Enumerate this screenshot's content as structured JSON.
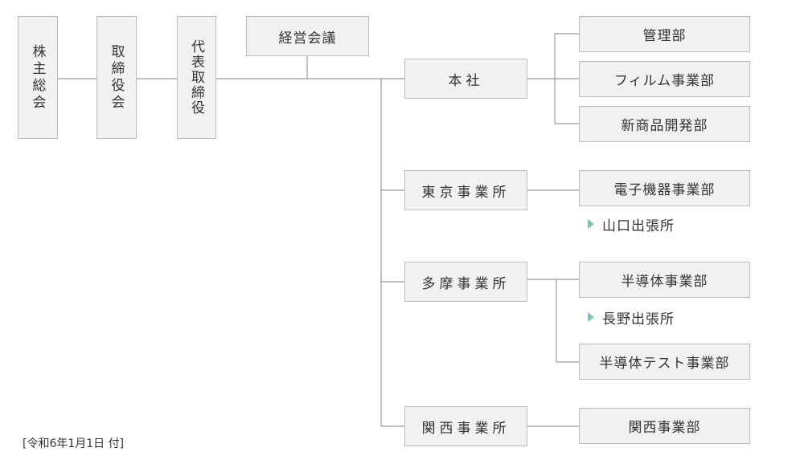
{
  "top": {
    "shareholders": "株主総会",
    "board": "取締役会",
    "representative": "代表取締役",
    "management_meeting": "経営会議"
  },
  "divisions": [
    {
      "name": "本社",
      "units": [
        "管理部",
        "フィルム事業部",
        "新商品開発部"
      ]
    },
    {
      "name": "東京事業所",
      "units": [
        "電子機器事業部"
      ],
      "branch": "山口出張所"
    },
    {
      "name": "多摩事業所",
      "units": [
        "半導体事業部",
        "半導体テスト事業部"
      ],
      "branch": "長野出張所"
    },
    {
      "name": "関西事業所",
      "units": [
        "関西事業部"
      ]
    }
  ],
  "date_note": "[令和6年1月1日 付]",
  "colors": {
    "box_fill": "#f1f1f1",
    "box_border": "#bdbdbd",
    "line": "#9a9a9a",
    "marker": "#7fc3bd"
  }
}
